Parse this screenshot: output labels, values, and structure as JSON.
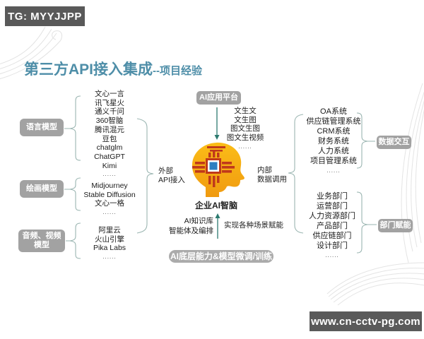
{
  "tg_badge": "TG: MYYJJPP",
  "title": {
    "main": "第三方API接入集成",
    "suffix": "--项目经验"
  },
  "left": {
    "groups": [
      {
        "label": "语言模型",
        "items": [
          "文心一言",
          "讯飞星火",
          "通义千问",
          "360智脑",
          "腾讯混元",
          "豆包",
          "chatglm",
          "ChatGPT",
          "Kimi",
          "......"
        ]
      },
      {
        "label": "绘画模型",
        "items": [
          "Midjourney",
          "Stable Diffusion",
          "文心一格",
          "......"
        ]
      },
      {
        "label": "音频、视频\n模型",
        "items": [
          "阿里云",
          "火山引擎",
          "Pika Labs",
          "......"
        ]
      }
    ],
    "gather_label": "外部\nAPI接入"
  },
  "center": {
    "platform_badge": "AI应用平台",
    "outputs": [
      "文生文",
      "文生图",
      "图文生图",
      "图文生视频",
      "......"
    ],
    "brain_label": "企业AI智脑",
    "internal_label": "内部\n数据调用",
    "capabilities": [
      "AI知识库",
      "智能体及编排"
    ],
    "enable_label": "实现各种场景赋能",
    "bottom_badge": "AI底层能力&模型微调/训练"
  },
  "right": {
    "groups": [
      {
        "label": "数据交互",
        "items": [
          "OA系统",
          "供应链管理系统",
          "CRM系统",
          "财务系统",
          "人力系统",
          "项目管理系统",
          "......"
        ]
      },
      {
        "label": "部门赋能",
        "items": [
          "业务部门",
          "运营部门",
          "人力资源部门",
          "产品部门",
          "供应链部门",
          "设计部门",
          "......"
        ]
      }
    ]
  },
  "footer": {
    "url": "www.cn-cctv-pg.com"
  },
  "colors": {
    "dark_badge": "#595959",
    "gray_badge": "#a2a2a2",
    "title": "#4e8ea8",
    "connector": "#9ab5b1",
    "arrow": "#2c7a6f",
    "head_orange": "#f6a716",
    "chip_red": "#c0391b",
    "chip_blue": "#2d7fc0"
  }
}
